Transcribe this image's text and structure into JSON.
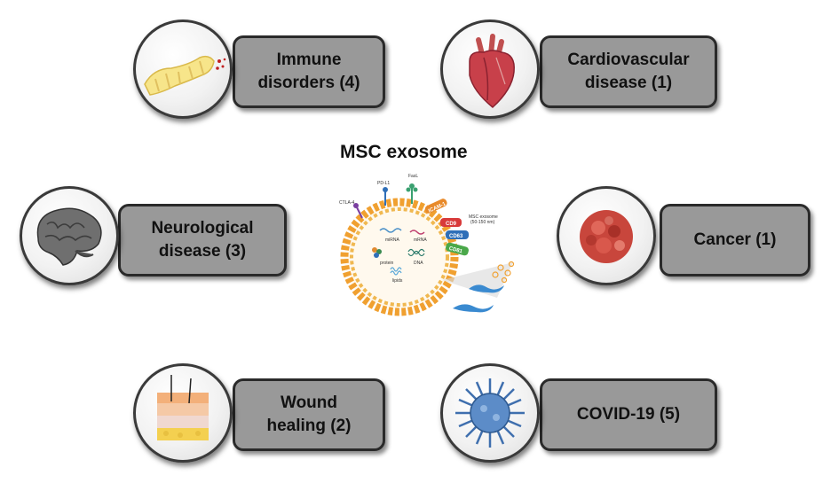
{
  "title": "MSC exosome",
  "categories": [
    {
      "id": "immune",
      "line1": "Immune",
      "line2": "disorders (4)",
      "icon": "intestine-icon"
    },
    {
      "id": "cardio",
      "line1": "Cardiovascular",
      "line2": "disease (1)",
      "icon": "heart-icon"
    },
    {
      "id": "neuro",
      "line1": "Neurological",
      "line2": "disease (3)",
      "icon": "brain-icon"
    },
    {
      "id": "cancer",
      "line1": "Cancer (1)",
      "line2": "",
      "icon": "tumor-icon"
    },
    {
      "id": "wound",
      "line1": "Wound",
      "line2": "healing (2)",
      "icon": "skin-layers-icon"
    },
    {
      "id": "covid",
      "line1": "COVID-19 (5)",
      "line2": "",
      "icon": "virus-icon"
    }
  ],
  "exosome": {
    "labels": {
      "fasl": "FasL",
      "pdl1": "PD-L1",
      "ctla4": "CTLA-4",
      "icam1": "ICAM-1",
      "cd9": "CD9",
      "cd63": "CD63",
      "cd81": "CD81",
      "msc_exosome": "MSC exosome",
      "size": "(50-150 nm)",
      "mirna": "miRNA",
      "mrna": "mRNA",
      "protein": "protein",
      "dna": "DNA",
      "lipids": "lipids"
    },
    "colors": {
      "membrane": "#f0a030",
      "cd9": "#d83a3a",
      "cd63": "#2f6fb8",
      "cd81": "#4aa84a",
      "icam1": "#e88a2a"
    }
  }
}
